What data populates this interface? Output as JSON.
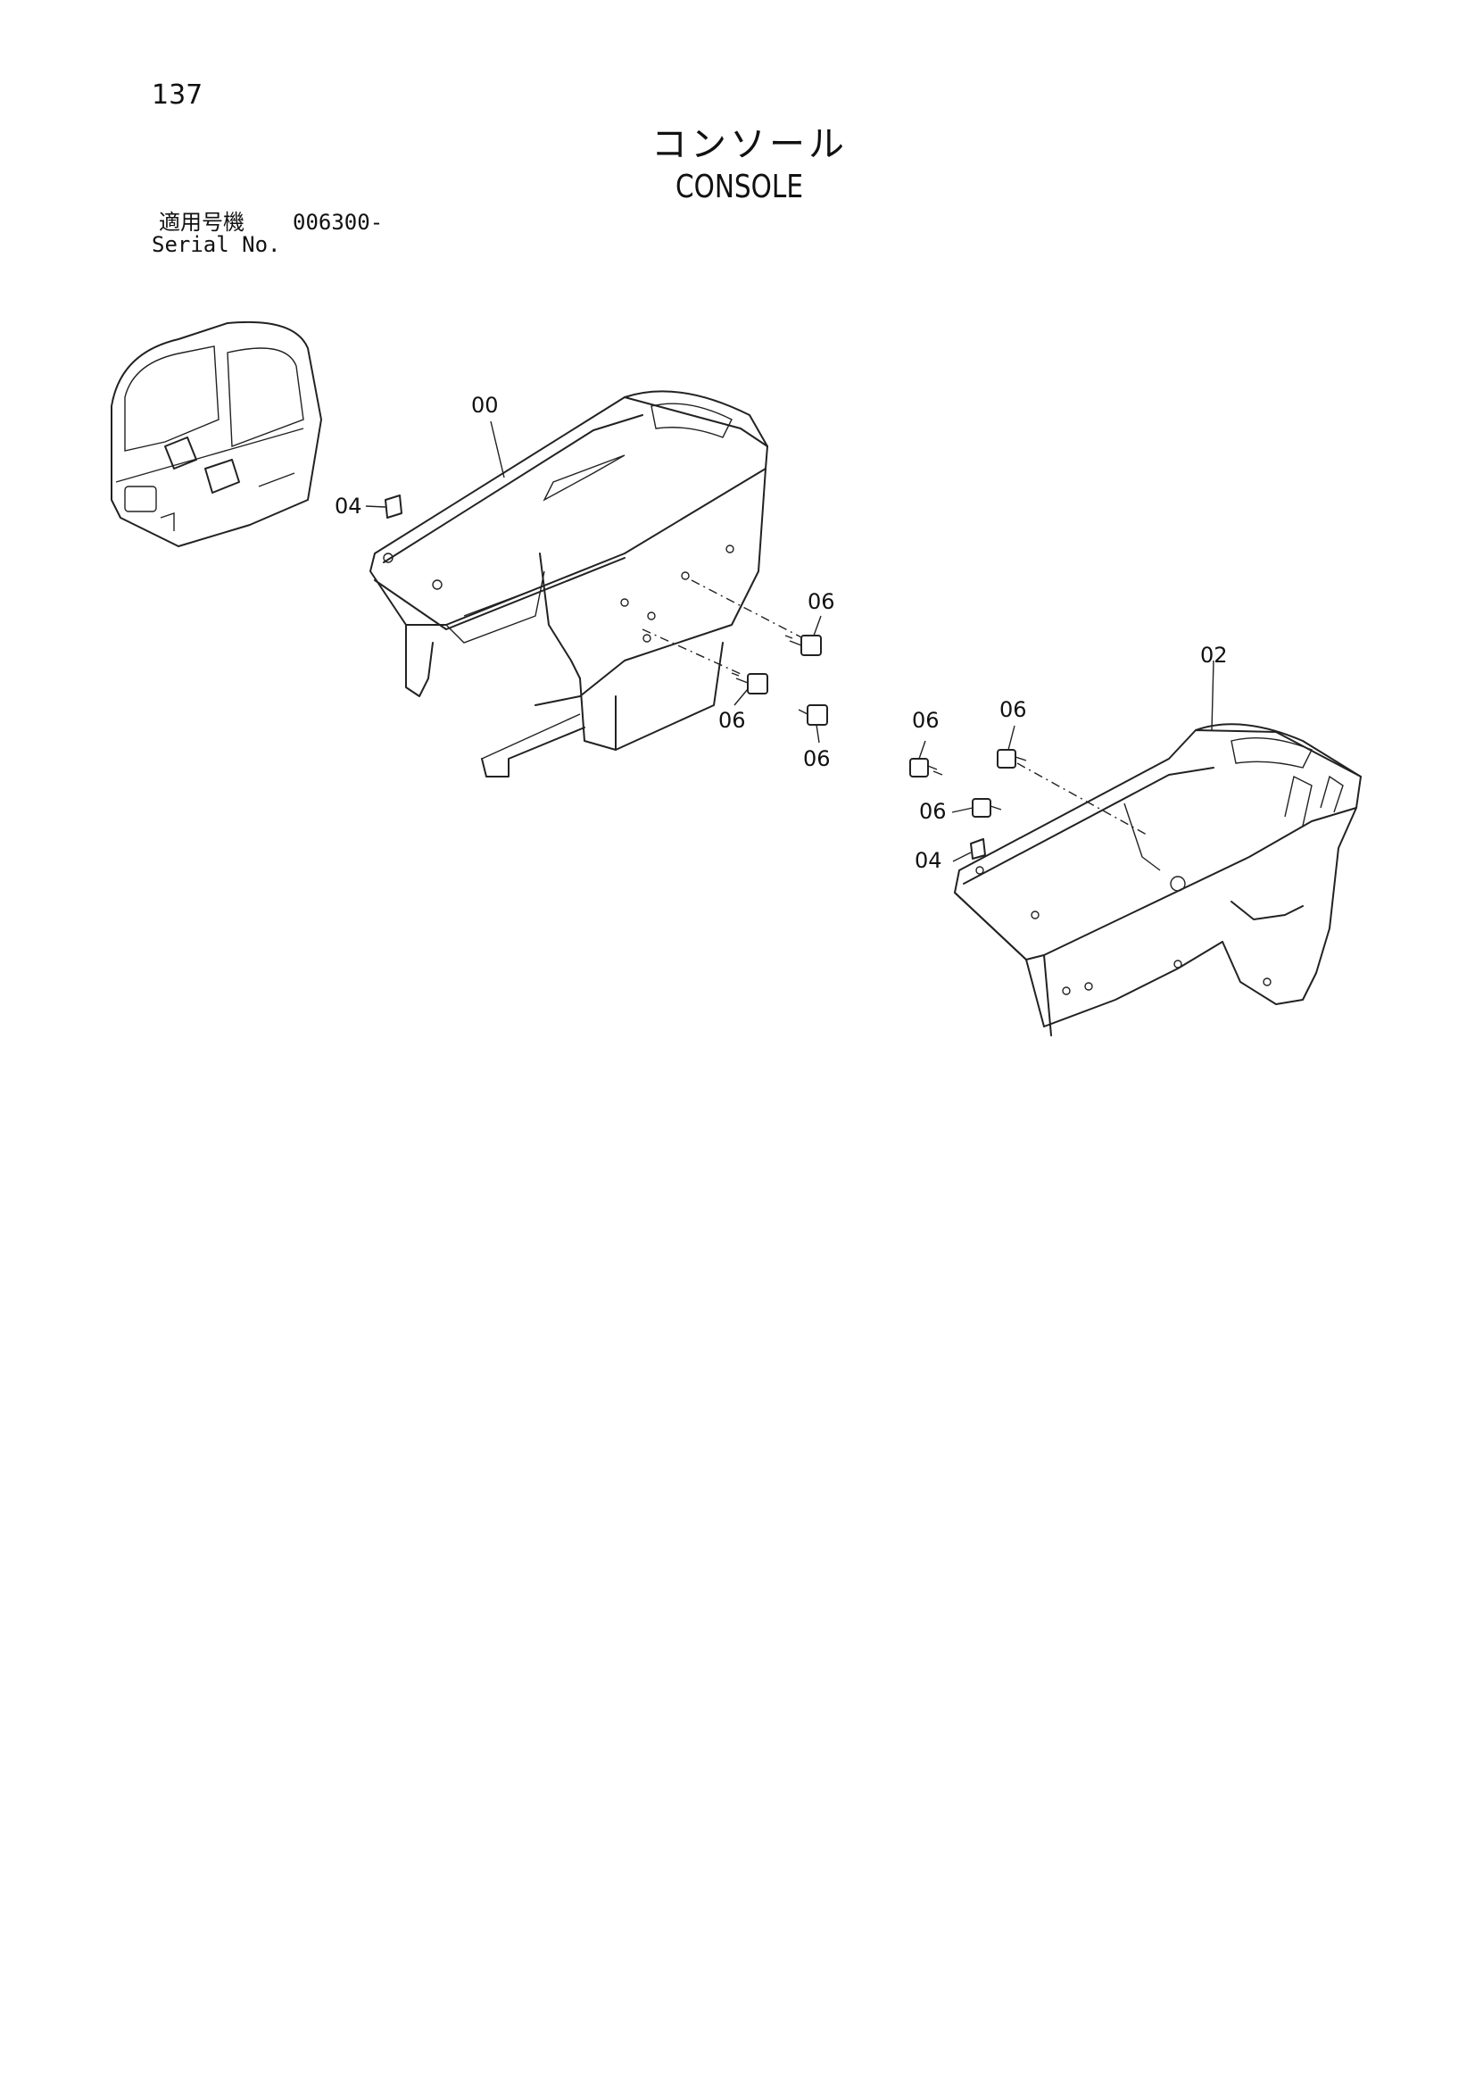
{
  "page": {
    "number": "137",
    "title_jp": "コンソール",
    "title_en": "CONSOLE"
  },
  "serial": {
    "label_jp": "適用号機",
    "value": "006300-",
    "label_en": "Serial No."
  },
  "callouts": [
    {
      "id": "c-00",
      "text": "00"
    },
    {
      "id": "c-04a",
      "text": "04"
    },
    {
      "id": "c-06a",
      "text": "06"
    },
    {
      "id": "c-06b",
      "text": "06"
    },
    {
      "id": "c-06c",
      "text": "06"
    },
    {
      "id": "c-02",
      "text": "02"
    },
    {
      "id": "c-06d",
      "text": "06"
    },
    {
      "id": "c-06e",
      "text": "06"
    },
    {
      "id": "c-06f",
      "text": "06"
    },
    {
      "id": "c-04b",
      "text": "04"
    }
  ]
}
